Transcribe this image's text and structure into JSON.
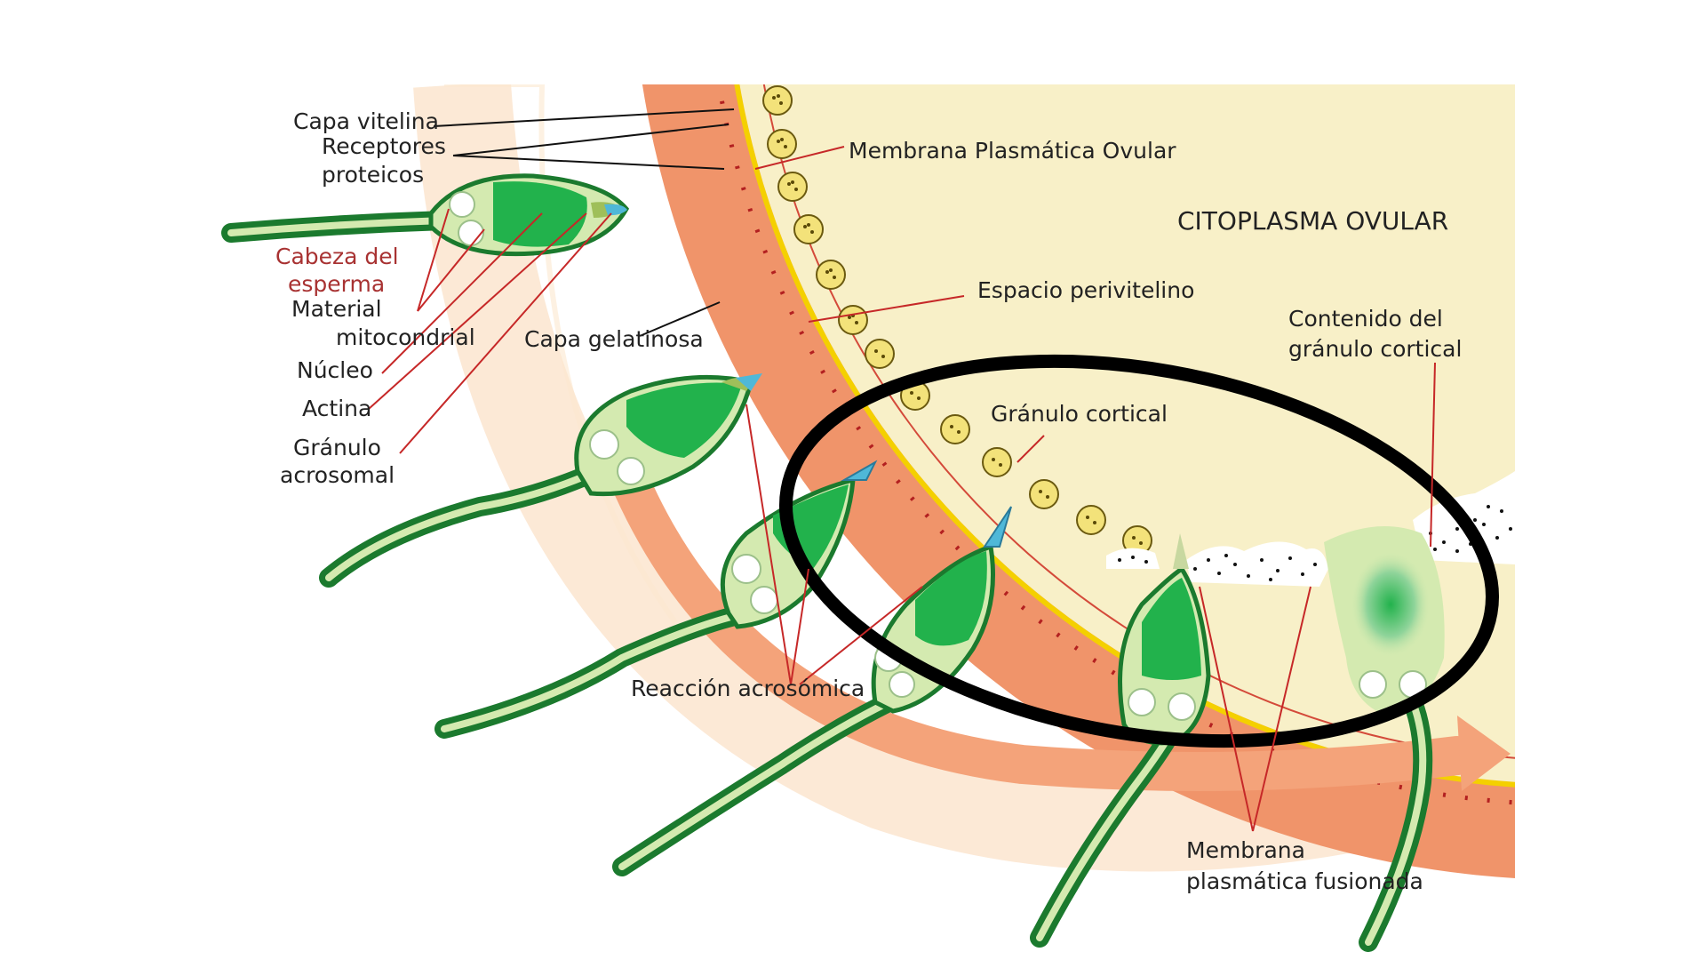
{
  "colors": {
    "cytoplasm": "#f8f0c8",
    "jelly_coat": "#f0946a",
    "vitelline_yellow": "#f4d000",
    "sperm_dark_green": "#1b7a2e",
    "sperm_green": "#22b24c",
    "sperm_light": "#d4eab0",
    "acrosome_blue": "#4fb8d8",
    "pointer_red": "#c62828",
    "highlight_ellipse": "#000000"
  },
  "labels": {
    "capa_vitelina": "Capa vitelina",
    "receptores_1": "Receptores",
    "receptores_2": "proteicos",
    "cabeza_1": "Cabeza del",
    "cabeza_2": "esperma",
    "material_1": "Material",
    "material_2": "mitocondrial",
    "nucleo": "Núcleo",
    "actina": "Actina",
    "granulo_acro_1": "Gránulo",
    "granulo_acro_2": "acrosomal",
    "capa_gelatinosa": "Capa gelatinosa",
    "membrana_ovular": "Membrana Plasmática Ovular",
    "citoplasma": "CITOPLASMA OVULAR",
    "espacio": "Espacio perivitelino",
    "contenido_1": "Contenido del",
    "contenido_2": "gránulo cortical",
    "granulo_cortical": "Gránulo cortical",
    "reaccion": "Reacción acrosómica",
    "fusionada_1": "Membrana",
    "fusionada_2": "plasmática fusionada"
  }
}
